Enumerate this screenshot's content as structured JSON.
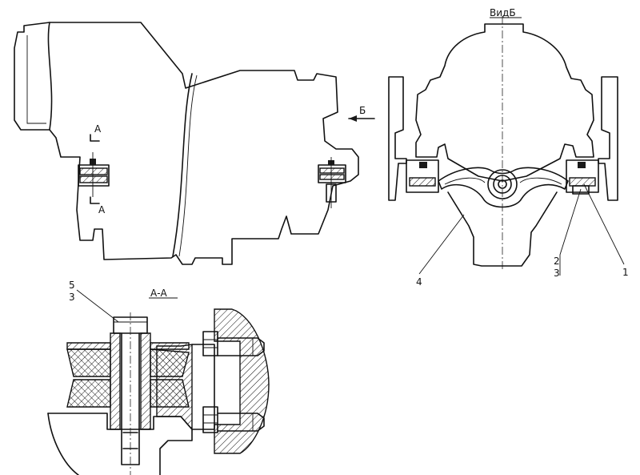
{
  "labels": {
    "section_a_top": "А",
    "section_a_bottom": "А",
    "view_arrow": "Б",
    "view_title": "ВидБ",
    "section_title": "А-А",
    "callout_1": "1",
    "callout_2": "2",
    "callout_3_right": "3",
    "callout_4": "4",
    "callout_5": "5",
    "callout_3_left": "3"
  }
}
